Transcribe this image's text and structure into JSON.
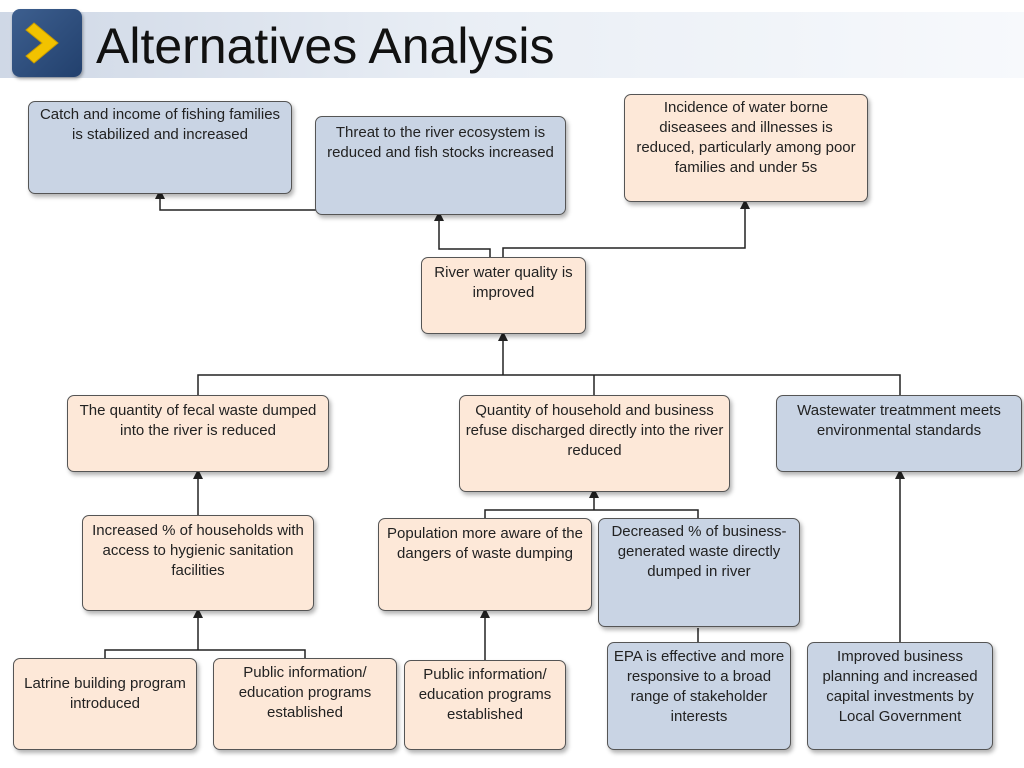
{
  "slide": {
    "title": "Alternatives Analysis"
  },
  "colors": {
    "blue_box": "#c9d4e4",
    "peach_box": "#fde8d8",
    "connector": "#222222"
  },
  "diagram": {
    "nodes": {
      "fishing_income": "Catch and income of fishing families is stabilized and increased",
      "river_ecosystem": "Threat to the river ecosystem is reduced and fish stocks increased",
      "water_borne_disease": "Incidence of water borne diseasees and illnesses is reduced, particularly among poor families and under 5s",
      "river_quality": "River water quality is improved",
      "fecal_waste": "The quantity of fecal waste dumped into the river is reduced",
      "household_refuse": "Quantity of household and business refuse discharged directly into the river reduced",
      "wastewater_treatment": "Wastewater treatmment meets environmental standards",
      "hygienic_sanitation": "Increased % of households with access to hygienic sanitation facilities",
      "population_aware": "Population more aware of the dangers of waste dumping",
      "business_waste": "Decreased % of business-generated waste directly  dumped in river",
      "latrine_program": "Latrine building program introduced",
      "public_info_1": "Public information/ education programs established",
      "public_info_2": "Public information/ education programs established",
      "epa_effective": "EPA is effective and more responsive to a broad range of stakeholder interests",
      "business_planning": "Improved business planning and increased capital investments by Local Government"
    }
  }
}
